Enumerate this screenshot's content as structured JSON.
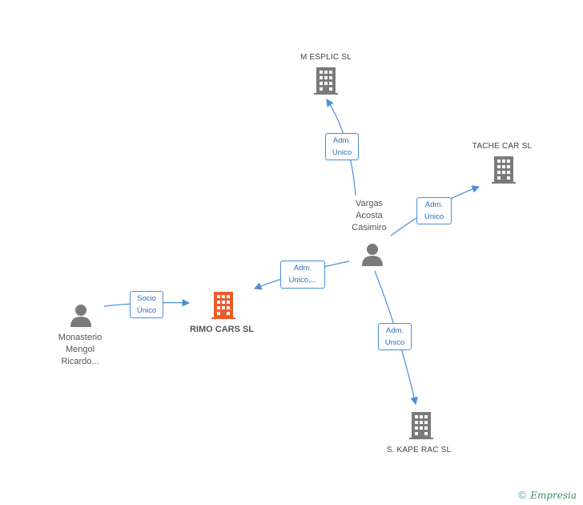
{
  "nodes": {
    "mesplic": {
      "label": "M ESPLIC  SL"
    },
    "tachecar": {
      "label": "TACHE CAR  SL"
    },
    "rimo": {
      "label": "RIMO CARS SL"
    },
    "kaperac": {
      "label": "S.  KAPE RAC SL"
    },
    "vargas": {
      "label": "Vargas\nAcosta\nCasimiro"
    },
    "monasterio": {
      "label": "Monasterio\nMengol\nRicardo..."
    }
  },
  "edges": {
    "to_mesplic": {
      "line1": "Adm.",
      "line2": "Unico"
    },
    "to_tachecar": {
      "line1": "Adm.",
      "line2": "Unico"
    },
    "to_rimo": {
      "line1": "Adm.",
      "line2": "Unico,..."
    },
    "to_kaperac": {
      "line1": "Adm.",
      "line2": "Unico"
    },
    "monasterio_to_rimo": {
      "line1": "Socio",
      "line2": "Único"
    }
  },
  "colors": {
    "edge": "#4a8fd9",
    "building_gray": "#7a7a7a",
    "building_highlight": "#f05a28",
    "person": "#7a7a7a"
  },
  "footer": {
    "copyright": "©",
    "brand": "Empresia"
  }
}
